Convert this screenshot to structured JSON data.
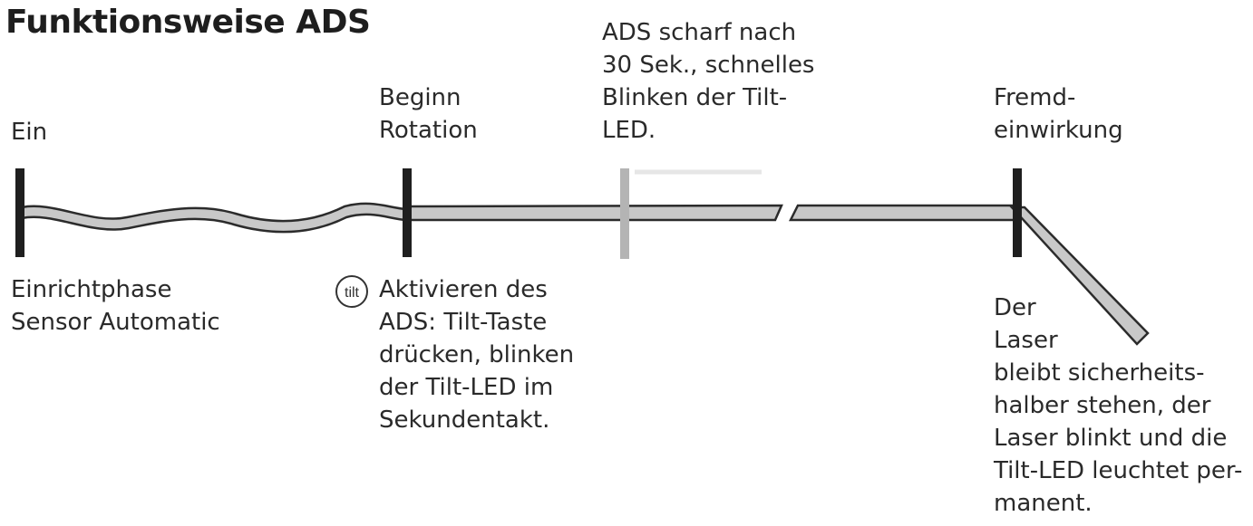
{
  "title": "Funktionsweise ADS",
  "labels": {
    "ein": "Ein",
    "beginn_rotation": "Beginn\nRotation",
    "ads_scharf": "ADS scharf nach\n30 Sek., schnelles\nBlinken der Tilt-\nLED.",
    "fremdeinwirkung": "Fremd-\neinwirkung",
    "einrichtphase": "Einrichtphase\nSensor Automatic",
    "aktivieren": "Aktivieren des\nADS: Tilt-Taste\ndrücken, blinken\nder Tilt-LED im\nSekundentakt.",
    "laser_stehen": "Der\nLaser\nbleibt sicherheits-\nhalber stehen, der\nLaser blinkt und die\nTilt-LED leuchtet per-\nmanent."
  },
  "tilt_icon_text": "tilt",
  "colors": {
    "beam_fill": "#c8c8c8",
    "beam_stroke": "#2b2b2b",
    "marker": "#1f1f1f",
    "marker_armed": "#b4b4b4"
  }
}
